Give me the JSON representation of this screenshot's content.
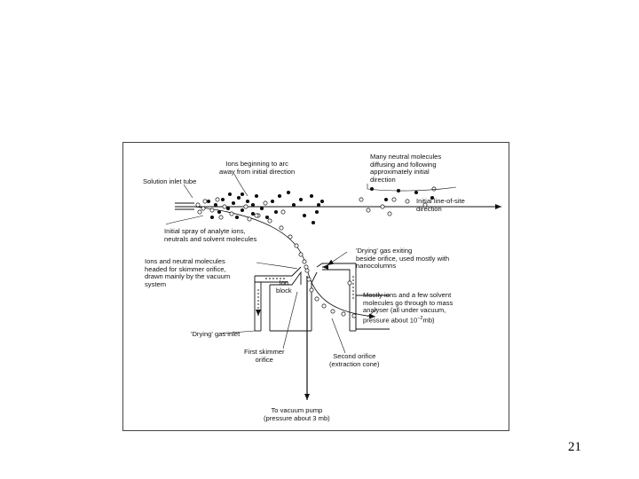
{
  "slide": {
    "page_number": "21"
  },
  "diagram": {
    "labels": {
      "solution_inlet": "Solution inlet tube",
      "ions_arc": "Ions beginning to arc\naway from initial direction",
      "many_neutral": "Many neutral molecules\ndiffusing and following\napproximately initial\ndirection",
      "initial_line": "Initial line-of-site\ndirection",
      "initial_spray": "Initial spray of analyte ions,\nneutrals and solvent molecules",
      "ions_neutral_headed": "Ions and neutral molecules\nheaded for skimmer orifice,\ndrawn mainly by the vacuum\nsystem",
      "drying_exit": "'Drying' gas exiting\nbeside orifice, used mostly with\nnanocolumns",
      "ion_block": "Ion\nblock",
      "mostly_ions": "Mostly ions and a few solvent\nmolecules go through to mass\nanalyser (all under vacuum,\npressure about 10",
      "mostly_ions_exp": "−2",
      "mostly_ions_unit": "mb)",
      "drying_inlet": "'Drying' gas inlet",
      "first_skimmer": "First skimmer\norifice",
      "second_orifice": "Second orifice\n(extraction cone)",
      "vacuum_pump": "To vacuum pump\n(pressure about 3 mb)"
    }
  }
}
